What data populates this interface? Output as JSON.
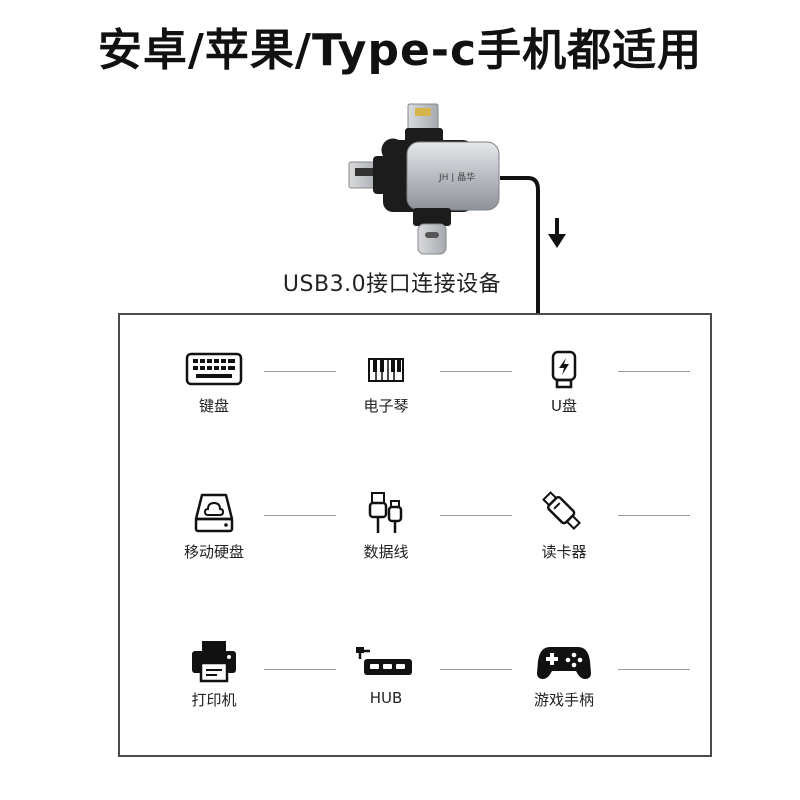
{
  "headline": "安卓/苹果/Type-c手机都适用",
  "adapter": {
    "brand": "JH | 晶华"
  },
  "caption": "USB3.0接口连接设备",
  "devices": [
    {
      "label": "键盘",
      "icon": "keyboard-icon"
    },
    {
      "label": "电子琴",
      "icon": "piano-icon"
    },
    {
      "label": "U盘",
      "icon": "usb-drive-icon"
    },
    {
      "label": "移动硬盘",
      "icon": "hard-drive-icon"
    },
    {
      "label": "数据线",
      "icon": "data-cable-icon"
    },
    {
      "label": "读卡器",
      "icon": "card-reader-icon"
    },
    {
      "label": "打印机",
      "icon": "printer-icon"
    },
    {
      "label": "HUB",
      "icon": "usb-hub-icon"
    },
    {
      "label": "游戏手柄",
      "icon": "gamepad-icon"
    }
  ],
  "colors": {
    "text": "#111111",
    "border": "#4a4a4a",
    "adapter_silver": "#c8cbd0",
    "adapter_black": "#1c1c1c",
    "line": "#9a9a9a"
  }
}
